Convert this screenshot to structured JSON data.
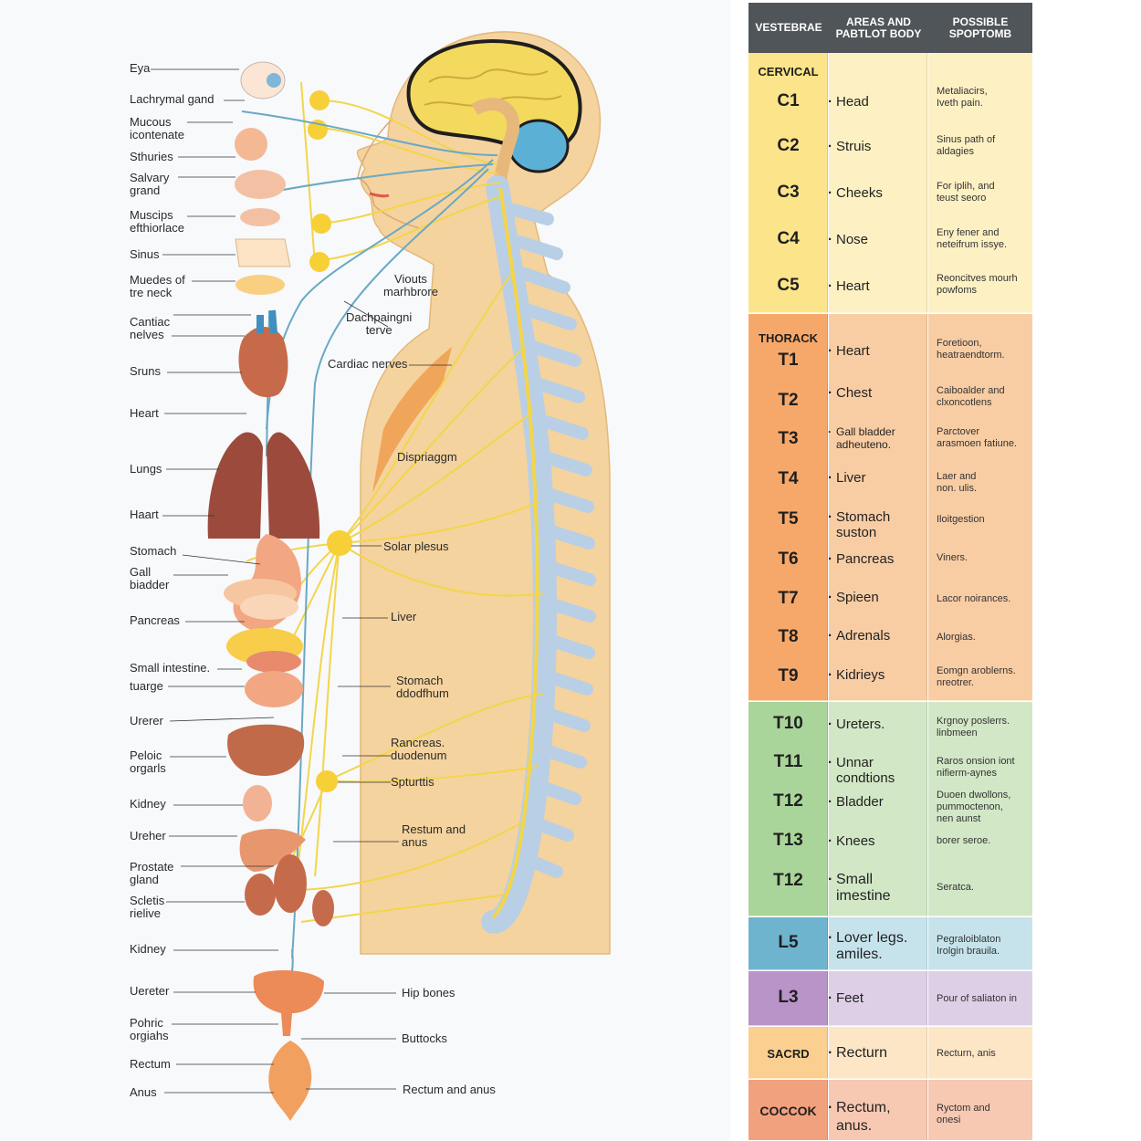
{
  "colors": {
    "cervical": "#fbe48a",
    "cervical_light": "#fdf1c4",
    "thoracic": "#f6a86a",
    "thoracic_light": "#f9cda4",
    "lower_thoracic": "#a9d59a",
    "lower_thoracic_light": "#d2e7c6",
    "lumbar5": "#6fb4cf",
    "lumbar5_light": "#c6e3ec",
    "lumbar3": "#b894c9",
    "lumbar3_light": "#ddd0e6",
    "sacral": "#fbcf8f",
    "sacral_light": "#fde6c6",
    "coccyx": "#f2a17f",
    "coccyx_light": "#f7c8b2",
    "header": "#4f5558",
    "skin": "#f5d39e",
    "nerve": "#f3d54a",
    "vessel": "#6aa8c4",
    "spine": "#b9cfe6"
  },
  "chart": {
    "headers": [
      "VESTEBRAE",
      "AREAS AND\nPABTLOT BODY",
      "POSSIBLE\nSPOPTOMB"
    ],
    "segments": [
      {
        "title": "CERVICAL",
        "rows": [
          {
            "code": "C1",
            "area": "Head",
            "symptom": "Metaliacirs,\nIveth pain."
          },
          {
            "code": "C2",
            "area": "Struis",
            "symptom": "Sinus path of\naldagies"
          },
          {
            "code": "C3",
            "area": "Cheeks",
            "symptom": "For iplih, and\nteust seoro"
          },
          {
            "code": "C4",
            "area": "Nose",
            "symptom": "Eny fener and\nneteifrum issye."
          },
          {
            "code": "C5",
            "area": "Heart",
            "symptom": "Reoncitves mourh\npowfoms"
          }
        ]
      },
      {
        "title": "THORACK",
        "rows": [
          {
            "code": "T1",
            "area": "Heart",
            "symptom": "Foretioon,\nheatraendtorm."
          },
          {
            "code": "T2",
            "area": "Chest",
            "symptom": "Caiboalder and\nclxoncotlens"
          },
          {
            "code": "T3",
            "area": "Gall bladder\nadheuteno.",
            "symptom": "Parctover\narasmoen fatiune."
          },
          {
            "code": "T4",
            "area": "Liver",
            "symptom": "Laer and\nnon. ulis."
          },
          {
            "code": "T5",
            "area": "Stomach\nsuston",
            "symptom": "Iloitgestion"
          },
          {
            "code": "T6",
            "area": "Pancreas",
            "symptom": "Viners."
          },
          {
            "code": "T7",
            "area": "Spieen",
            "symptom": "Lacor noirances."
          },
          {
            "code": "T8",
            "area": "Adrenals",
            "symptom": "Alorgias."
          },
          {
            "code": "T9",
            "area": "Kidrieys",
            "symptom": "Eomgn aroblerns.\nnreotrer."
          }
        ]
      },
      {
        "title": "",
        "rows": [
          {
            "code": "T10",
            "area": "Ureters.",
            "symptom": "Krgnoy poslerrs.\nlinbmeen"
          },
          {
            "code": "T11",
            "area": "Unnar\ncondtions",
            "symptom": "Raros onsion iont\nnifierm-aynes"
          },
          {
            "code": "T12",
            "area": "Bladder",
            "symptom": "Duoen dwollons,\npummoctenon,\nnen aunst"
          },
          {
            "code": "T13",
            "area": "Knees",
            "symptom": "borer seroe."
          },
          {
            "code": "T12",
            "area": "Small\nimestine",
            "symptom": "Seratca."
          }
        ]
      },
      {
        "title": "",
        "rows": [
          {
            "code": "L5",
            "area": "Lover legs.\namiles.",
            "symptom": "Pegraloiblaton\nIrolgin brauila."
          }
        ]
      },
      {
        "title": "",
        "rows": [
          {
            "code": "L3",
            "area": "Feet",
            "symptom": "Pour of saliaton in"
          }
        ]
      },
      {
        "title": "",
        "rows": [
          {
            "code": "SACRD",
            "area": "Recturn",
            "symptom": "Recturn, anis"
          }
        ]
      },
      {
        "title": "",
        "rows": [
          {
            "code": "COCCOK",
            "area": "Rectum,\nanus.",
            "symptom": "Ryctom and\nonesi"
          }
        ]
      }
    ]
  },
  "left_labels": [
    "Eya",
    "Lachrymal gand",
    "Mucous\nicontenate",
    "Sthuries",
    "Salvary\ngrand",
    "Muscips\nefthiorlace",
    "Sinus",
    "Muedes of\ntre neck",
    "Cantiac\nnelves",
    "Sruns",
    "Heart",
    "Lungs",
    "Haart",
    "Stomach",
    "Gall\nbiadder",
    "Pancreas",
    "Small intestine.",
    "tuarge",
    "Urerer",
    "Peloic\norgarls",
    "Kidney",
    "Ureher",
    "Prostate\ngland",
    "Scletis\nrielive",
    "Kidney",
    "Uereter",
    "Pohric\norgiahs",
    "Rectum",
    "Anus"
  ],
  "callouts": [
    "Viouts\nmarhbrore",
    "Dachpaingni\nterve",
    "Cardiac nerves",
    "Dispriaggm",
    "Solar plesus",
    "Liver",
    "Stomach\nddodfhum",
    "Rancreas.\nduodenum",
    "Spturttis",
    "Restum and\nanus",
    "Hip bones",
    "Buttocks",
    "Rectum and anus"
  ]
}
